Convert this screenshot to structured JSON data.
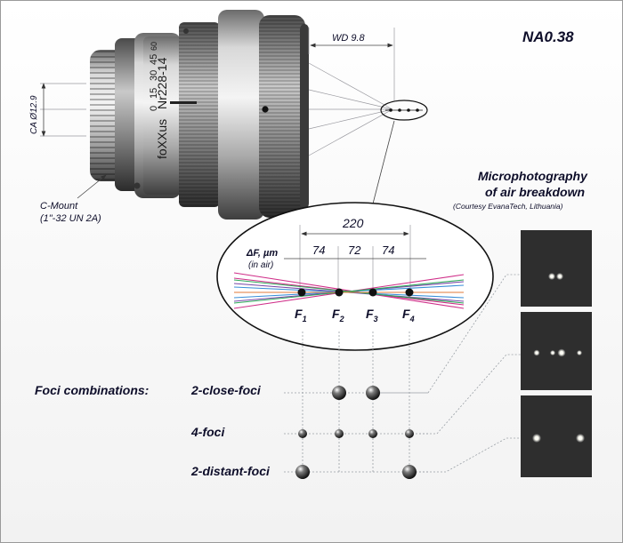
{
  "title": "NA0.38",
  "lens": {
    "brand": "foXXus",
    "model": "Nr228-14",
    "scale": [
      "0",
      "15",
      "30",
      "45",
      "60"
    ],
    "mount_line1": "C-Mount",
    "mount_line2": "(1\"-32 UN 2A)",
    "ca_label": "CA Ø12.9",
    "wd_label": "WD 9.8"
  },
  "photo": {
    "title_line1": "Microphotography",
    "title_line2": "of  air  breakdown",
    "credit": "(Courtesy EvanaTech, Lithuania)"
  },
  "detail": {
    "total_label": "220",
    "spacings": [
      "74",
      "72",
      "74"
    ],
    "axis_label_line1": "ΔF, µm",
    "axis_label_line2": "(in air)",
    "foci": [
      {
        "name": "F",
        "sub": "1"
      },
      {
        "name": "F",
        "sub": "2"
      },
      {
        "name": "F",
        "sub": "3"
      },
      {
        "name": "F",
        "sub": "4"
      }
    ]
  },
  "combinations": {
    "heading": "Foci combinations:",
    "rows": [
      {
        "label": "2-close-foci",
        "active": [
          false,
          true,
          true,
          false
        ]
      },
      {
        "label": "4-foci",
        "active": [
          true,
          true,
          true,
          true
        ]
      },
      {
        "label": "2-distant-foci",
        "active": [
          true,
          false,
          false,
          true
        ]
      }
    ]
  },
  "colors": {
    "ray_magenta": "#d0308a",
    "ray_green": "#2fa85a",
    "ray_blue": "#3a8fd8",
    "ray_purple": "#7a4aa8",
    "text": "#0e0e2a"
  }
}
